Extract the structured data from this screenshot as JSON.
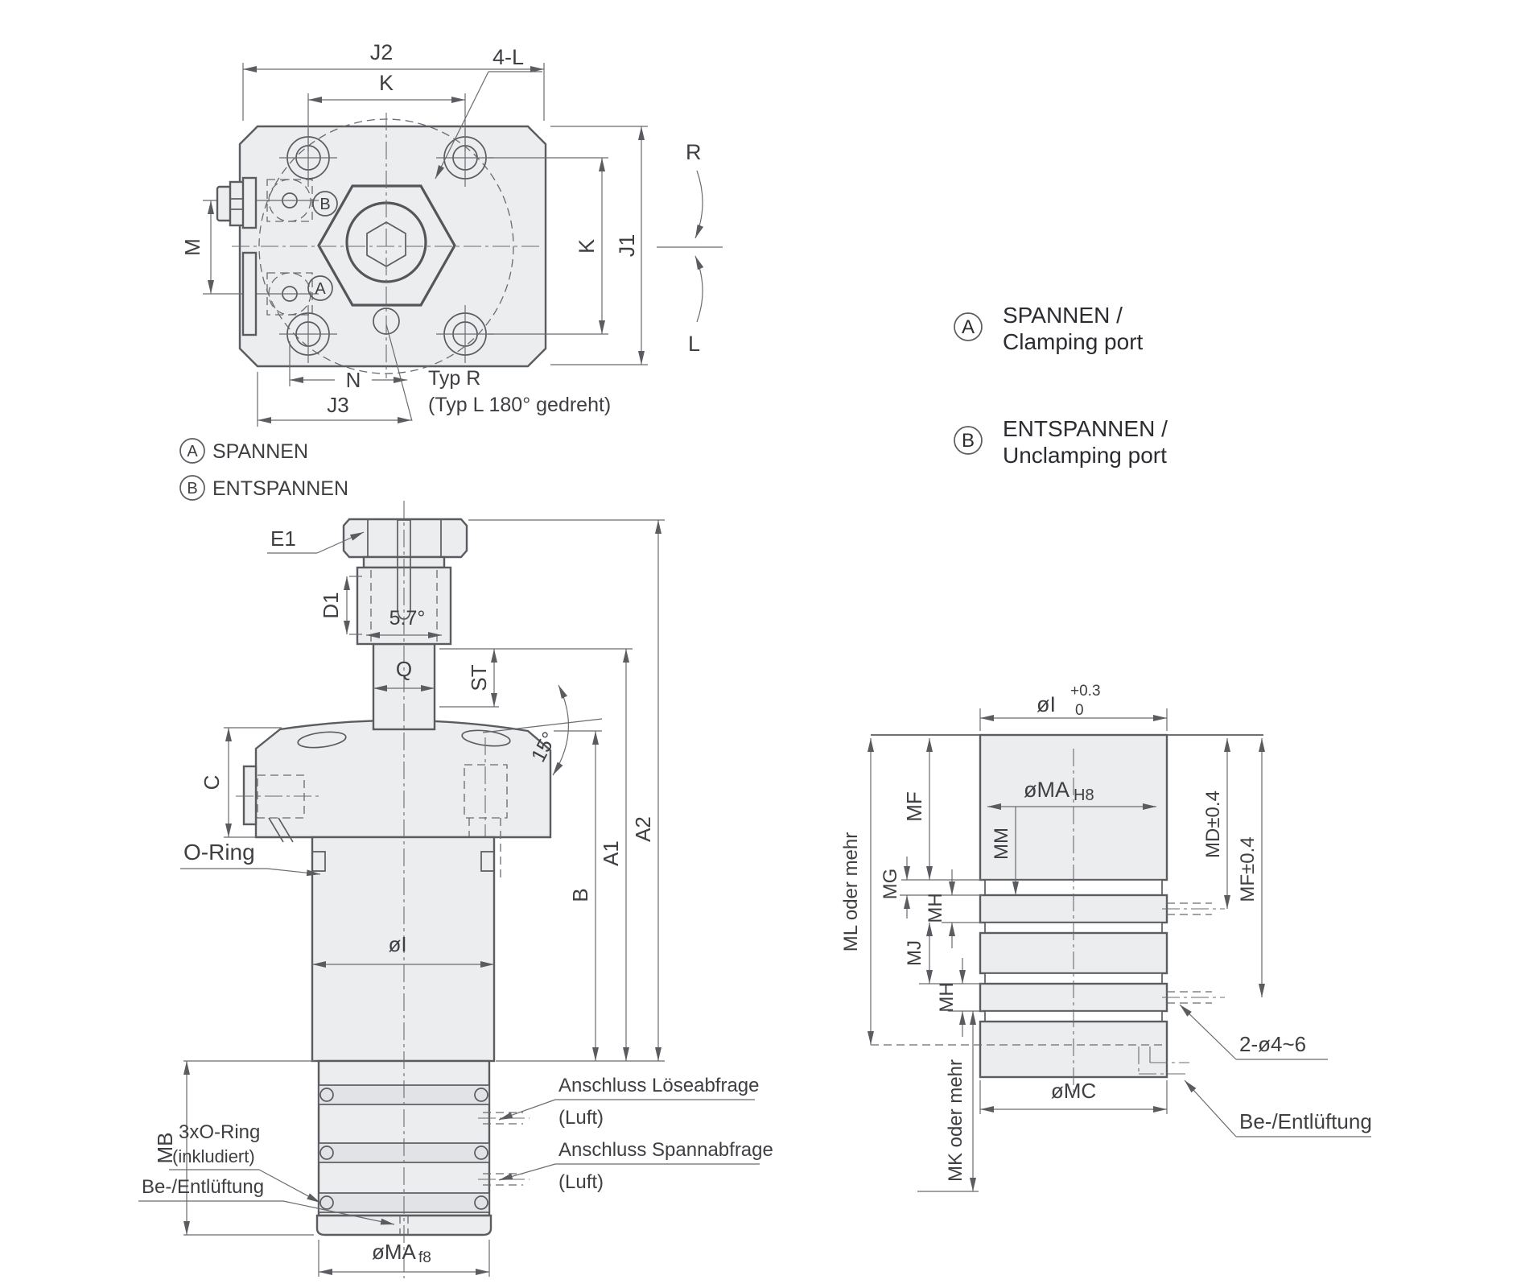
{
  "colors": {
    "line": "#5b5c5f",
    "thin": "#6a6b6f",
    "fill": "#ecedef",
    "band": "#e2e3e6",
    "text": "#3e3f42"
  },
  "top_view": {
    "dim_j2": "J2",
    "dim_k_top": "K",
    "label_4l": "4-L",
    "dim_m": "M",
    "dim_k_right": "K",
    "dim_j1": "J1",
    "dim_n": "N",
    "dim_j3": "J3",
    "rot_r": "R",
    "rot_l": "L",
    "port_b": "B",
    "port_a": "A",
    "type_note_1": "Typ R",
    "type_note_2": "(Typ L 180° gedreht)",
    "key_a_letter": "A",
    "key_a": "SPANNEN",
    "key_b_letter": "B",
    "key_b": "ENTSPANNEN"
  },
  "legend": {
    "a_letter": "A",
    "a_line1": "SPANNEN /",
    "a_line2": "Clamping port",
    "b_letter": "B",
    "b_line1": "ENTSPANNEN /",
    "b_line2": "Unclamping port"
  },
  "side_view": {
    "callout_e1": "E1",
    "dim_d1": "D1",
    "angle_taper": "5.7°",
    "dim_q": "Q",
    "dim_st": "ST",
    "angle_swing": "15°",
    "dim_c": "C",
    "callout_oring": "O-Ring",
    "dim_dia_i": "øI",
    "dim_b": "B",
    "dim_a1": "A1",
    "dim_a2": "A2",
    "dim_mb": "MB",
    "callout_3oring_1": "3xO-Ring",
    "callout_3oring_2": "(inkludiert)",
    "callout_vent": "Be-/Entlüftung",
    "dim_dia_ma": "øMA",
    "dim_dia_ma_fit": "f8",
    "callout_release_1": "Anschluss Löseabfrage",
    "callout_release_2": "(Luft)",
    "callout_clam_1": "Anschluss Spannabfrage",
    "callout_clam_2": "(Luft)"
  },
  "detail_view": {
    "dim_dia_i": "øI",
    "tol_plus": "+0.3",
    "tol_zero": "0",
    "dim_dia_ma": "øMA",
    "fit_h8": "H8",
    "dim_mm": "MM",
    "dim_mf": "MF",
    "dim_mg": "MG",
    "dim_mh1": "MH",
    "dim_mj": "MJ",
    "dim_mh2": "MH",
    "dim_ml": "ML oder mehr",
    "dim_mk": "MK oder mehr",
    "dim_md": "MD±0.4",
    "dim_mf2": "MF±0.4",
    "dim_dia_mc": "øMC",
    "callout_ports": "2-ø4~6",
    "callout_vent": "Be-/Entlüftung"
  }
}
